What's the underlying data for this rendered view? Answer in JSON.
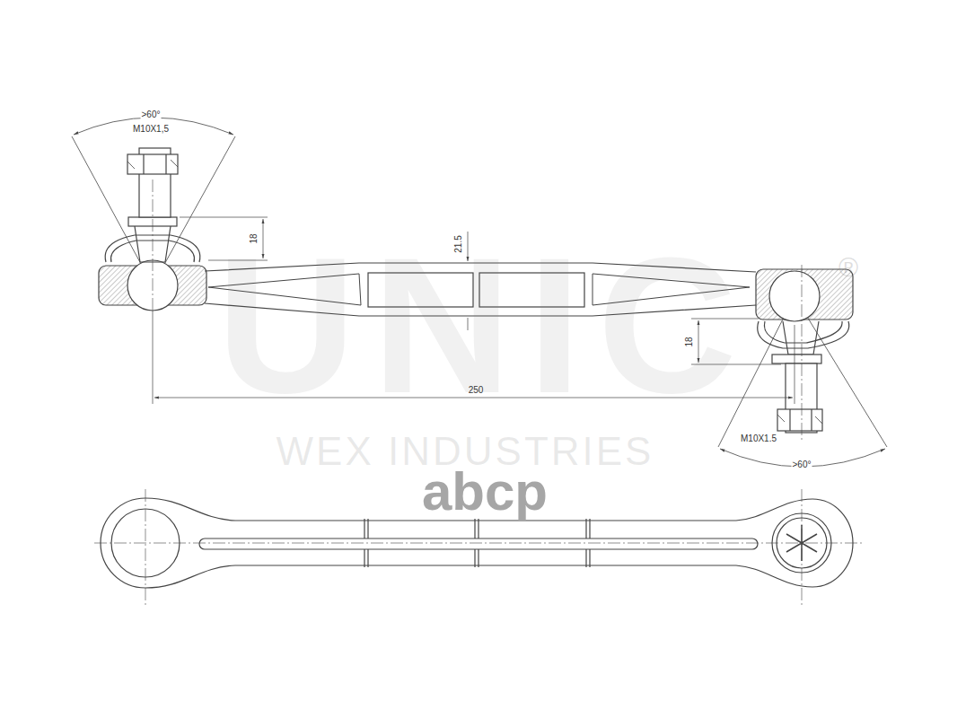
{
  "diagram": {
    "labels": [
      ">60°",
      "M10X1,5",
      "18",
      "21.5",
      "18",
      "250",
      "M10X1.5",
      ">60°",
      "UNIC",
      "®",
      "WEX INDUSTRIES",
      "abcp"
    ]
  }
}
